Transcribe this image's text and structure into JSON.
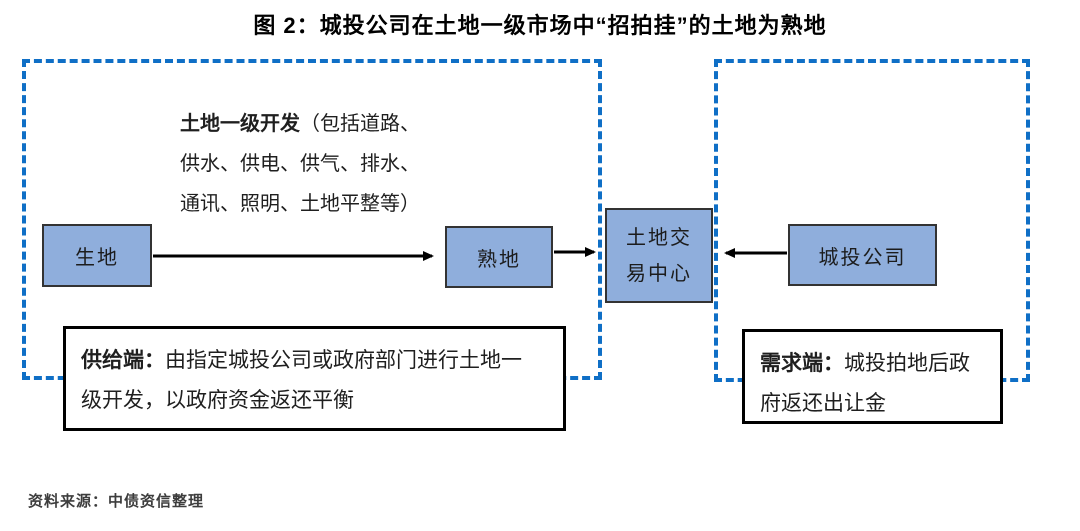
{
  "title": "图 2：城投公司在土地一级市场中“招拍挂”的土地为熟地",
  "diagram": {
    "dev_note": {
      "bold": "土地一级开发",
      "rest": "（包括道路、\n供水、供电、供气、排水、\n通讯、照明、土地平整等）"
    },
    "nodes": {
      "raw_land": "生地",
      "mature_land": "熟地",
      "trade_center": "土地交\n易中心",
      "chengtou": "城投公司"
    },
    "supply_note": {
      "bold": "供给端：",
      "rest": "由指定城投公司或政府部门进行土地一\n级开发，以政府资金返还平衡"
    },
    "demand_note": {
      "bold": "需求端：",
      "rest": "城投拍地后政\n府返还出让金"
    },
    "colors": {
      "node_fill": "#8FAEDC",
      "node_border": "#333333",
      "dashed_border": "#0F6FC6",
      "arrow": "#000000"
    }
  },
  "source": "资料来源：中债资信整理"
}
